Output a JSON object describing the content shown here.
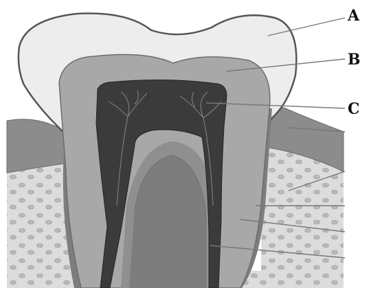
{
  "diagram": {
    "subject": "tooth-cross-section",
    "labels": {
      "a": "A",
      "b": "B",
      "c": "C"
    },
    "colors": {
      "enamel": "#ededed",
      "dentin": "#a8a8a8",
      "pulp": "#3b3b3b",
      "gum": "#8c8c8c",
      "bone": "#dcdcdc",
      "bone_spots": "#b9b9b9",
      "outline": "#555555",
      "leader": "#777777"
    }
  }
}
